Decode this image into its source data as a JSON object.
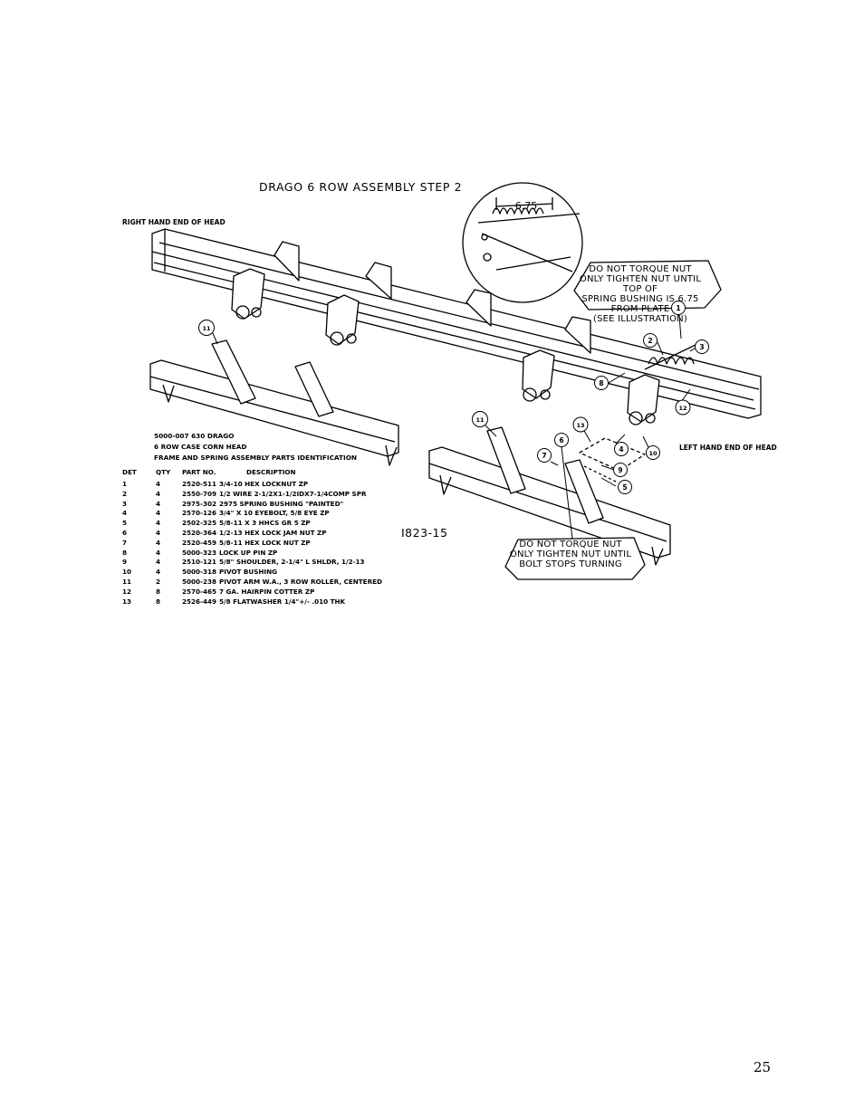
{
  "figure": {
    "title": "DRAGO 6 ROW ASSEMBLY STEP 2",
    "right_end_label": "RIGHT HAND END OF HEAD",
    "left_end_label": "LEFT HAND END OF HEAD",
    "detail_dimension": "6.75",
    "note_top": [
      "DO NOT TORQUE NUT",
      "ONLY TIGHTEN NUT UNTIL TOP OF",
      "SPRING BUSHING IS 6.75 FROM PLATE",
      "(SEE ILLUSTRATION)"
    ],
    "note_bottom": [
      "DO NOT TORQUE NUT",
      "ONLY TIGHTEN NUT UNTIL",
      "BOLT STOPS TURNING"
    ],
    "drawing_number": "I823-15",
    "callouts": [
      "1",
      "2",
      "3",
      "4",
      "5",
      "6",
      "7",
      "8",
      "9",
      "10",
      "11",
      "12",
      "13"
    ],
    "header_lines": [
      "5000-007  630 DRAGO",
      "6 ROW CASE CORN HEAD",
      "FRAME AND SPRING ASSEMBLY PARTS IDENTIFICATION"
    ]
  },
  "parts_table": {
    "columns": [
      "DET",
      "QTY",
      "PART NO.",
      "DESCRIPTION"
    ],
    "rows": [
      [
        "1",
        "4",
        "2520-511",
        "3/4-10 HEX LOCKNUT ZP"
      ],
      [
        "2",
        "4",
        "2550-709",
        "1/2 WIRE 2-1/2X1-1/2IDX7-1/4COMP SPR"
      ],
      [
        "3",
        "4",
        "2975-302",
        "2975 SPRING BUSHING \"PAINTED\""
      ],
      [
        "4",
        "4",
        "2570-126",
        "3/4\" X 10 EYEBOLT, 5/8 EYE ZP"
      ],
      [
        "5",
        "4",
        "2502-325",
        "5/8-11 X 3 HHCS GR 5 ZP"
      ],
      [
        "6",
        "4",
        "2520-364",
        "1/2-13 HEX LOCK JAM NUT ZP"
      ],
      [
        "7",
        "4",
        "2520-459",
        "5/8-11 HEX LOCK NUT ZP"
      ],
      [
        "8",
        "4",
        "5000-323",
        "LOCK UP PIN ZP"
      ],
      [
        "9",
        "4",
        "2510-121",
        "5/8\" SHOULDER, 2-1/4\" L SHLDR, 1/2-13"
      ],
      [
        "10",
        "4",
        "5000-318",
        "PIVOT BUSHING"
      ],
      [
        "11",
        "2",
        "5000-238",
        "PIVOT ARM W.A., 3 ROW ROLLER, CENTERED"
      ],
      [
        "12",
        "8",
        "2570-465",
        "7 GA. HAIRPIN COTTER ZP"
      ],
      [
        "13",
        "8",
        "2526-449",
        "5/8 FLATWASHER 1/4\"+/- .010 THK"
      ]
    ]
  },
  "page_number": "25"
}
